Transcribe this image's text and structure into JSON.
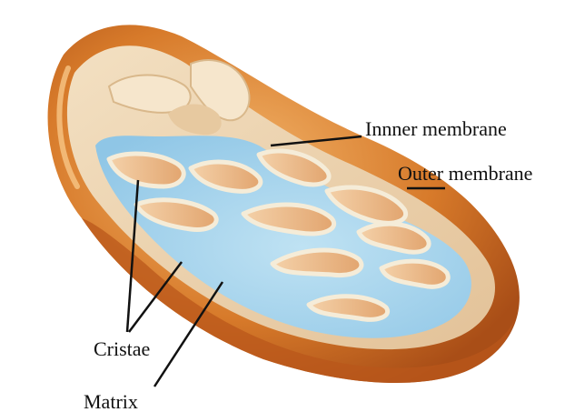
{
  "diagram": {
    "labels": {
      "inner_membrane": "Innner membrane",
      "outer_membrane": "Outer membrane",
      "cristae": "Cristae",
      "matrix": "Matrix"
    },
    "colors": {
      "outer_membrane": "#d77a2a",
      "outer_membrane_shadow": "#b9571b",
      "intermembrane_space": "#f1d4a8",
      "cut_surface": "#e9cfa7",
      "matrix": "#a9d6ee",
      "cristae_fold": "#e8b98a",
      "label_text": "#111111",
      "leader_line": "#111111"
    }
  }
}
